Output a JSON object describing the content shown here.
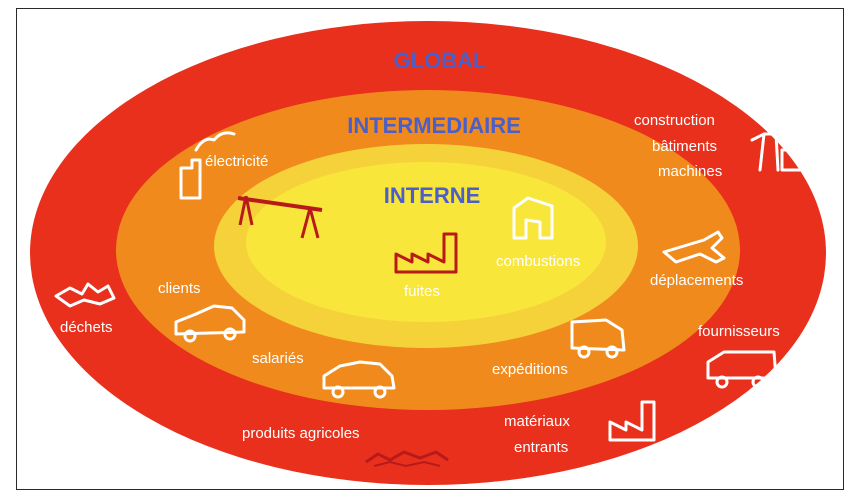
{
  "colors": {
    "outer_ring": "#e8301c",
    "middle_ring": "#f18a1c",
    "inner_core": "#f9e63a",
    "title_blue": "#4b5fc8",
    "label_white": "#ffffff",
    "icon_red": "#b81a1a"
  },
  "zones": {
    "global": "GLOBAL",
    "intermediate": "INTERMEDIAIRE",
    "internal": "INTERNE"
  },
  "labels": {
    "electricite": "électricité",
    "construction_line1": "construction",
    "construction_line2": "bâtiments",
    "construction_line3": "machines",
    "combustions": "combustions",
    "fuites": "fuites",
    "deplacements": "déplacements",
    "clients": "clients",
    "dechets": "déchets",
    "salaries": "salariés",
    "expeditions": "expéditions",
    "fournisseurs": "fournisseurs",
    "materiaux_line1": "matériaux",
    "materiaux_line2": "entrants",
    "produits_agricoles": "produits agricoles"
  },
  "icons": [
    "factory-icon",
    "power-line-icon",
    "factory-small-icon",
    "boiler-icon",
    "worker-icon",
    "airplane-icon",
    "waste-icon",
    "car-icon",
    "truck-icon",
    "delivery-truck-icon",
    "factory-outline-icon",
    "crops-icon"
  ]
}
